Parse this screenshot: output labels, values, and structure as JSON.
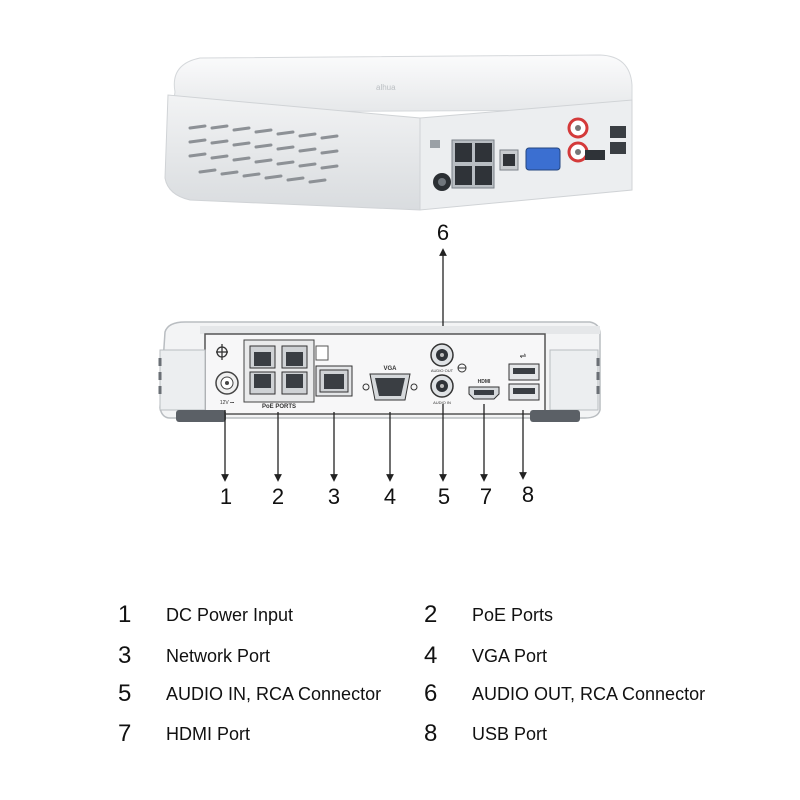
{
  "device": {
    "logo_text": "alhua",
    "port_labels": {
      "dc": "12V ⎓",
      "poe": "PoE PORTS",
      "vga": "VGA",
      "audio_out": "AUDIO OUT",
      "audio_in": "AUDIO IN",
      "hdmi": "HDMI",
      "usb": "⇌"
    }
  },
  "callouts": [
    "6",
    "1",
    "2",
    "3",
    "4",
    "5",
    "7",
    "8"
  ],
  "legend": [
    {
      "num": "1",
      "label": "DC Power Input"
    },
    {
      "num": "2",
      "label": "PoE Ports"
    },
    {
      "num": "3",
      "label": "Network Port"
    },
    {
      "num": "4",
      "label": "VGA Port"
    },
    {
      "num": "5",
      "label": "AUDIO IN, RCA Connector"
    },
    {
      "num": "6",
      "label": "AUDIO OUT, RCA Connector"
    },
    {
      "num": "7",
      "label": "HDMI Port"
    },
    {
      "num": "8",
      "label": "USB Port"
    }
  ],
  "colors": {
    "body": "#eef0f2",
    "panel": "#f4f5f6",
    "port_metal": "#c9ccd0",
    "vga_blue": "#3b6fd1",
    "rca_red": "#d43a3a",
    "line": "#222222"
  }
}
